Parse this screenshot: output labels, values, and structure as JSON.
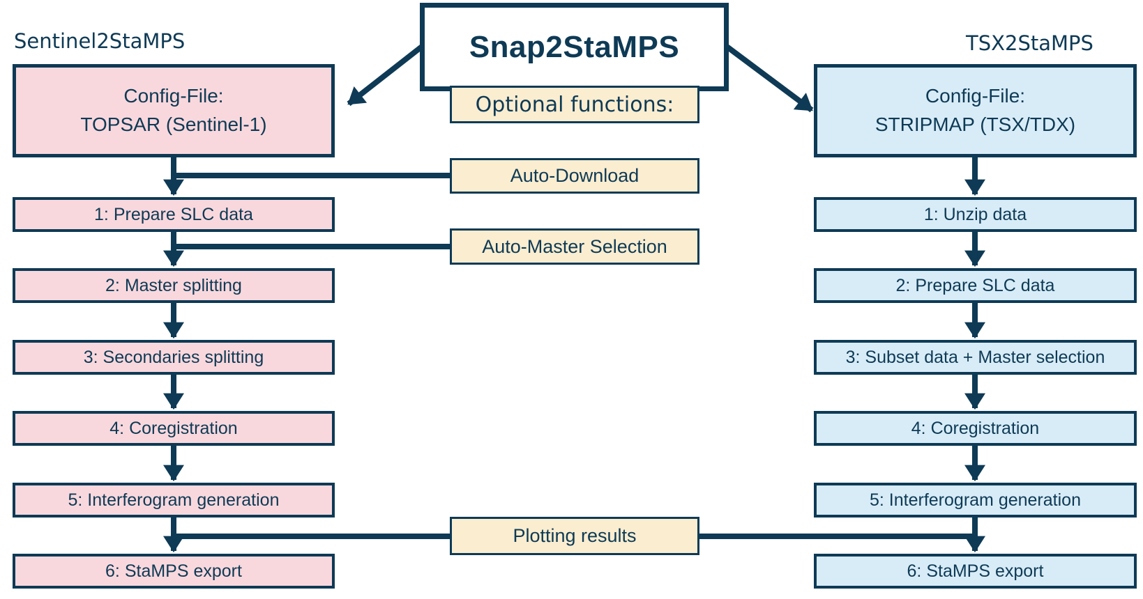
{
  "title": "Snap2StaMPS",
  "colors": {
    "navy": "#0E3A55",
    "pink": "#F9D8DD",
    "blue": "#D8ECF8",
    "cream": "#FAEDD0",
    "bg": "#FFFFFF"
  },
  "left_pipeline": {
    "label": "Sentinel2StaMPS",
    "config_line1": "Config-File:",
    "config_line2": "TOPSAR (Sentinel-1)",
    "steps": [
      "1: Prepare SLC data",
      "2: Master splitting",
      "3: Secondaries splitting",
      "4: Coregistration",
      "5: Interferogram generation",
      "6: StaMPS export"
    ]
  },
  "right_pipeline": {
    "label": "TSX2StaMPS",
    "config_line1": "Config-File:",
    "config_line2": "STRIPMAP (TSX/TDX)",
    "steps": [
      "1: Unzip data",
      "2: Prepare SLC data",
      "3: Subset data + Master selection",
      "4: Coregistration",
      "5: Interferogram generation",
      "6: StaMPS export"
    ]
  },
  "optional_functions": {
    "header": "Optional functions:",
    "items": [
      "Auto-Download",
      "Auto-Master Selection",
      "Plotting results"
    ]
  }
}
